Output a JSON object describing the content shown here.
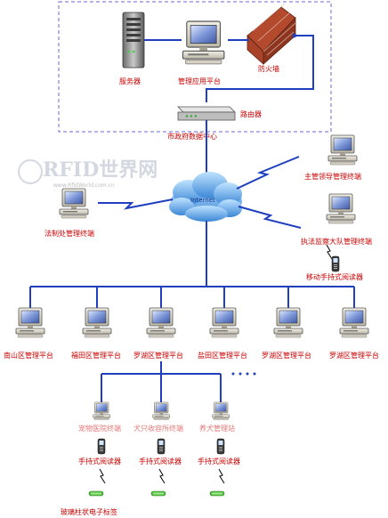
{
  "colors": {
    "link_blue": "#1f3fbf",
    "label_red": "#cc0000",
    "datacenter_border": "#5a5ad0",
    "cloud": "#5aa7e8"
  },
  "datacenter": {
    "label": "市政府数据中心",
    "server_label": "服务器",
    "platform_label": "管理应用平台",
    "firewall_label": "防火墙",
    "router_label": "路由器"
  },
  "cloud": {
    "label": "Internet"
  },
  "watermark": {
    "brand": "RFID世界网",
    "url": "www.RfidWorld.com.cn"
  },
  "terminals": {
    "leader": "主管领导管理终端",
    "legal": "法制处管理终端",
    "enforcement": "执法监察大队管理终端",
    "mobile_reader": "移动手持式阅读器"
  },
  "districts": [
    {
      "label": "南山区管理平台"
    },
    {
      "label": "福田区管理平台"
    },
    {
      "label": "罗湖区管理平台"
    },
    {
      "label": "盐田区管理平台"
    },
    {
      "label": "罗湖区管理平台"
    },
    {
      "label": "罗湖区管理平台"
    }
  ],
  "sub_terminals": [
    {
      "label": "宠物医院终端",
      "reader": "手持式阅读器"
    },
    {
      "label": "犬只收容所终端",
      "reader": "手持式阅读器"
    },
    {
      "label": "养犬管理站",
      "reader": "手持式阅读器"
    }
  ],
  "tag_label": "玻璃柱状电子标签",
  "icons": {
    "server": "server-icon",
    "computer": "computer-icon",
    "firewall": "firewall-icon",
    "router": "router-icon",
    "handheld": "handheld-reader-icon",
    "tag": "rfid-tag-icon",
    "lightning": "wireless-link-icon"
  }
}
